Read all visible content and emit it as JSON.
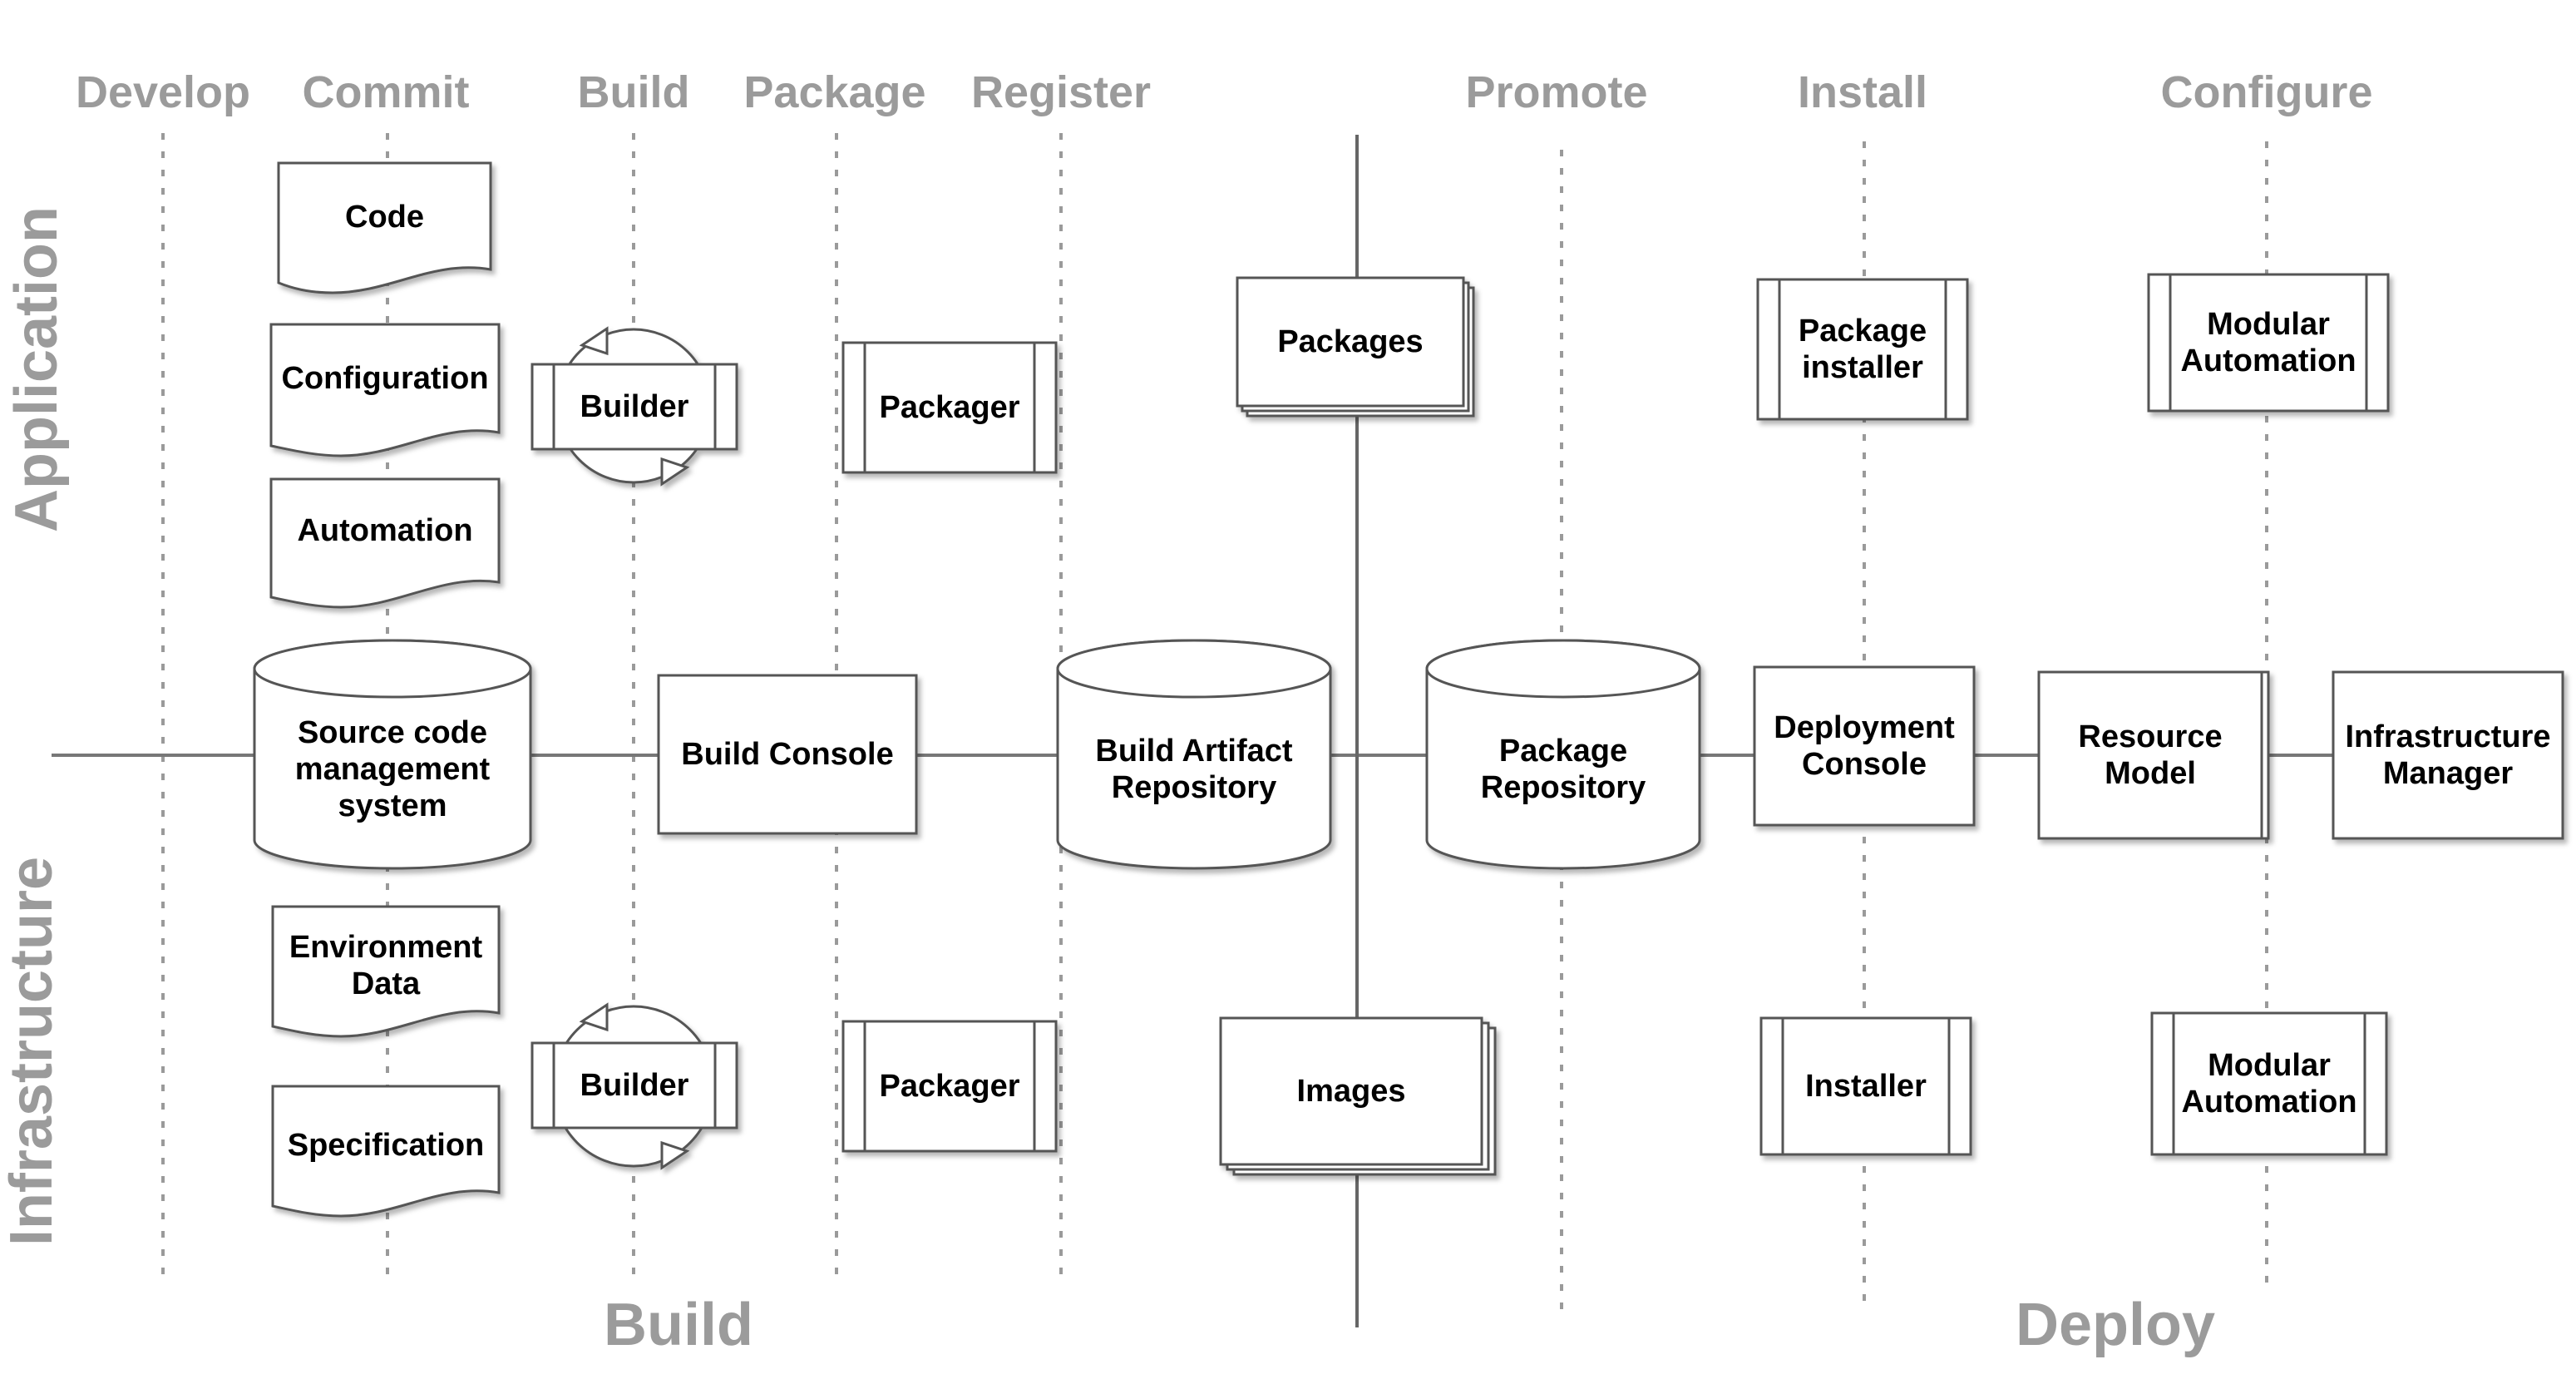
{
  "phases": {
    "develop": "Develop",
    "commit": "Commit",
    "build": "Build",
    "package": "Package",
    "register": "Register",
    "promote": "Promote",
    "install": "Install",
    "configure": "Configure"
  },
  "rows": {
    "application": "Application",
    "infrastructure": "Infrastructure"
  },
  "sections": {
    "build": "Build",
    "deploy": "Deploy"
  },
  "application": {
    "code": "Code",
    "configuration": "Configuration",
    "automation": "Automation",
    "builder": "Builder",
    "packager": "Packager",
    "packages": "Packages",
    "package_installer": "Package installer",
    "modular_automation": "Modular Automation"
  },
  "center": {
    "source_code_management": "Source code management system",
    "build_console": "Build Console",
    "build_artifact_repository": "Build Artifact Repository",
    "package_repository": "Package Repository",
    "deployment_console": "Deployment Console",
    "resource_model": "Resource Model",
    "infrastructure_manager": "Infrastructure Manager"
  },
  "infrastructure": {
    "environment_data": "Environment Data",
    "specification": "Specification",
    "builder": "Builder",
    "packager": "Packager",
    "images": "Images",
    "installer": "Installer",
    "modular_automation": "Modular Automation"
  }
}
